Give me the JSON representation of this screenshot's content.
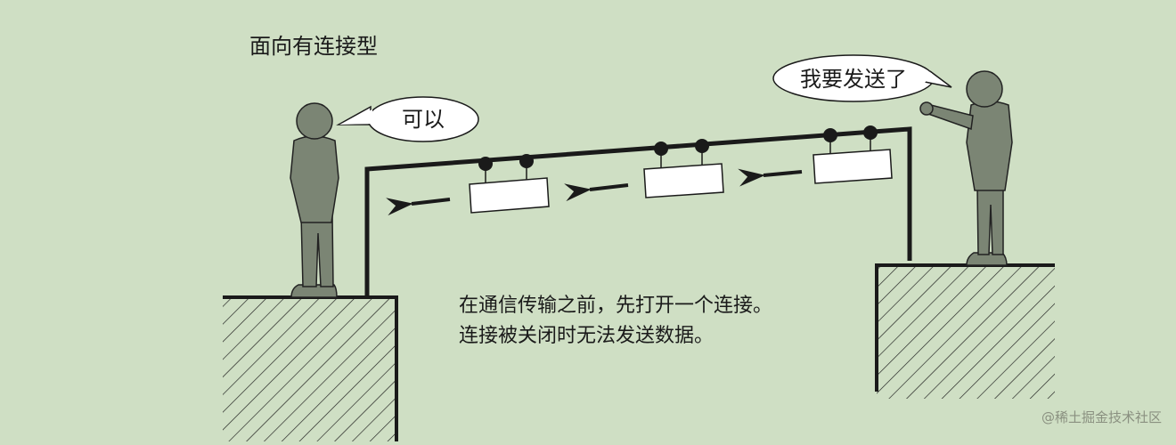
{
  "title": "面向有连接型",
  "right_person": {
    "speech": "我要发送了"
  },
  "left_person": {
    "speech": "可以"
  },
  "caption": {
    "line1": "在通信传输之前，先打开一个连接。",
    "line2": "连接被关闭时无法发送数据。"
  },
  "watermark": "@稀土掘金技术社区",
  "colors": {
    "background": "#cfdfc4",
    "figure": "#7b8574",
    "line": "#1a1a1a",
    "box_fill": "#ffffff"
  }
}
